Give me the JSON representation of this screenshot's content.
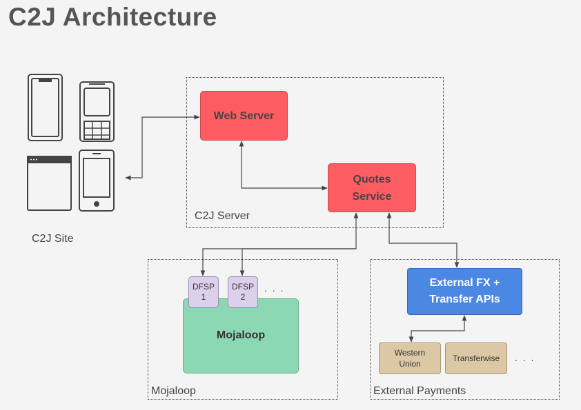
{
  "title": "C2J Architecture",
  "site": {
    "label": "C2J Site"
  },
  "server": {
    "label": "C2J Server",
    "web_server": "Web Server",
    "quotes_service": "Quotes\nService"
  },
  "mojaloop": {
    "group_label": "Mojaloop",
    "box_label": "Mojaloop",
    "dfsp1": "DFSP\n1",
    "dfsp2": "DFSP\n2",
    "ellipsis": ". . ."
  },
  "external": {
    "group_label": "External Payments",
    "fx_apis": "External FX +\nTransfer APIs",
    "western_union": "Western\nUnion",
    "transferwise": "Transferwise",
    "ellipsis": ". . ."
  },
  "icons": [
    "smartphone-icon",
    "feature-phone-icon",
    "browser-window-icon",
    "smartphone-home-button-icon"
  ],
  "colors": {
    "web_server": "#fd5d62",
    "quotes_service": "#fd5d62",
    "fx_apis": "#4a88e4",
    "mojaloop": "#8dd8b4",
    "dfsp": "#ddd0ea",
    "payment_provider": "#dcc8a5"
  }
}
